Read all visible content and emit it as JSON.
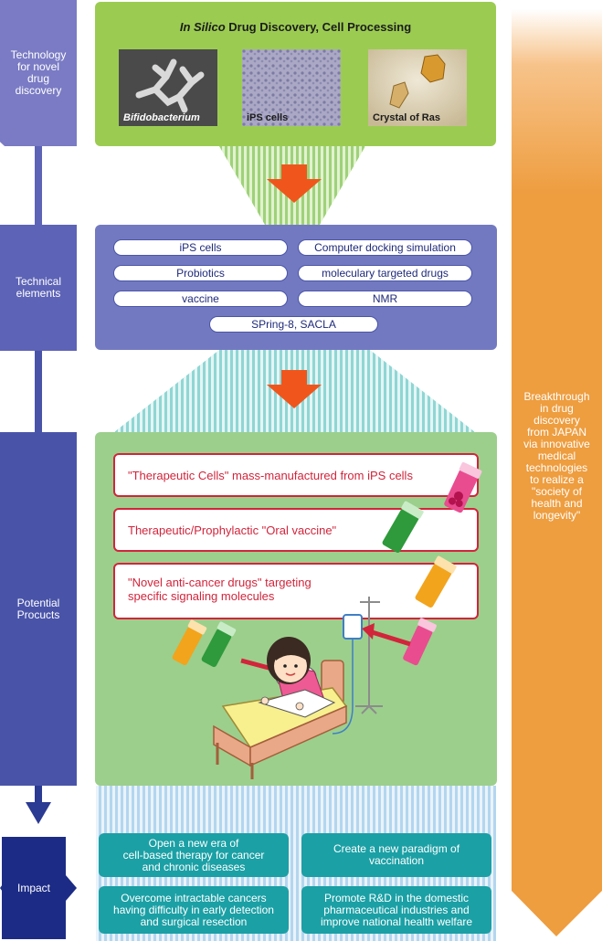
{
  "sidebar": {
    "labels": [
      "Technology\nfor novel\ndrug\ndiscovery",
      "Technical\nelements",
      "Potential\nProcucts",
      "Impact"
    ],
    "colors": [
      "#7a7bc4",
      "#5d63b6",
      "#4954a9",
      "#1c2c86"
    ]
  },
  "top_box": {
    "title_em": "In Silico",
    "title_rest": " Drug Discovery, Cell Processing",
    "images": [
      {
        "caption": "Bifidobacterium"
      },
      {
        "caption": "iPS cells"
      },
      {
        "caption": "Crystal of Ras"
      }
    ],
    "color": "#9bcc51"
  },
  "technical_box": {
    "pills": [
      "iPS cells",
      "Computer docking simulation",
      "Probiotics",
      "moleculary targeted drugs",
      "vaccine",
      "NMR",
      "SPring-8, SACLA"
    ],
    "color": "#7379c1"
  },
  "products_box": {
    "items": [
      "\"Therapeutic Cells\" mass-manufactured from iPS cells",
      "Therapeutic/Prophylactic \"Oral vaccine\"",
      "\"Novel anti-cancer drugs\" targeting\nspecific signaling molecules"
    ],
    "color": "#9ccf8c"
  },
  "impacts": [
    "Open a new era of\ncell-based therapy for cancer\nand chronic diseases",
    "Create a new paradigm of\nvaccination",
    "Overcome intractable cancers\nhaving difficulty in early detection\nand surgical resection",
    "Promote R&D in the domestic\npharmaceutical industries and\nimprove national health welfare"
  ],
  "right_banner": {
    "text": "Breakthrough\nin drug\ndiscovery\nfrom JAPAN\nvia innovative\nmedical\ntechnologies\nto realize a\n\"society of\nhealth and\nlongevity\"",
    "color": "#ee9d3f"
  },
  "arrow_color": "#f0561c"
}
